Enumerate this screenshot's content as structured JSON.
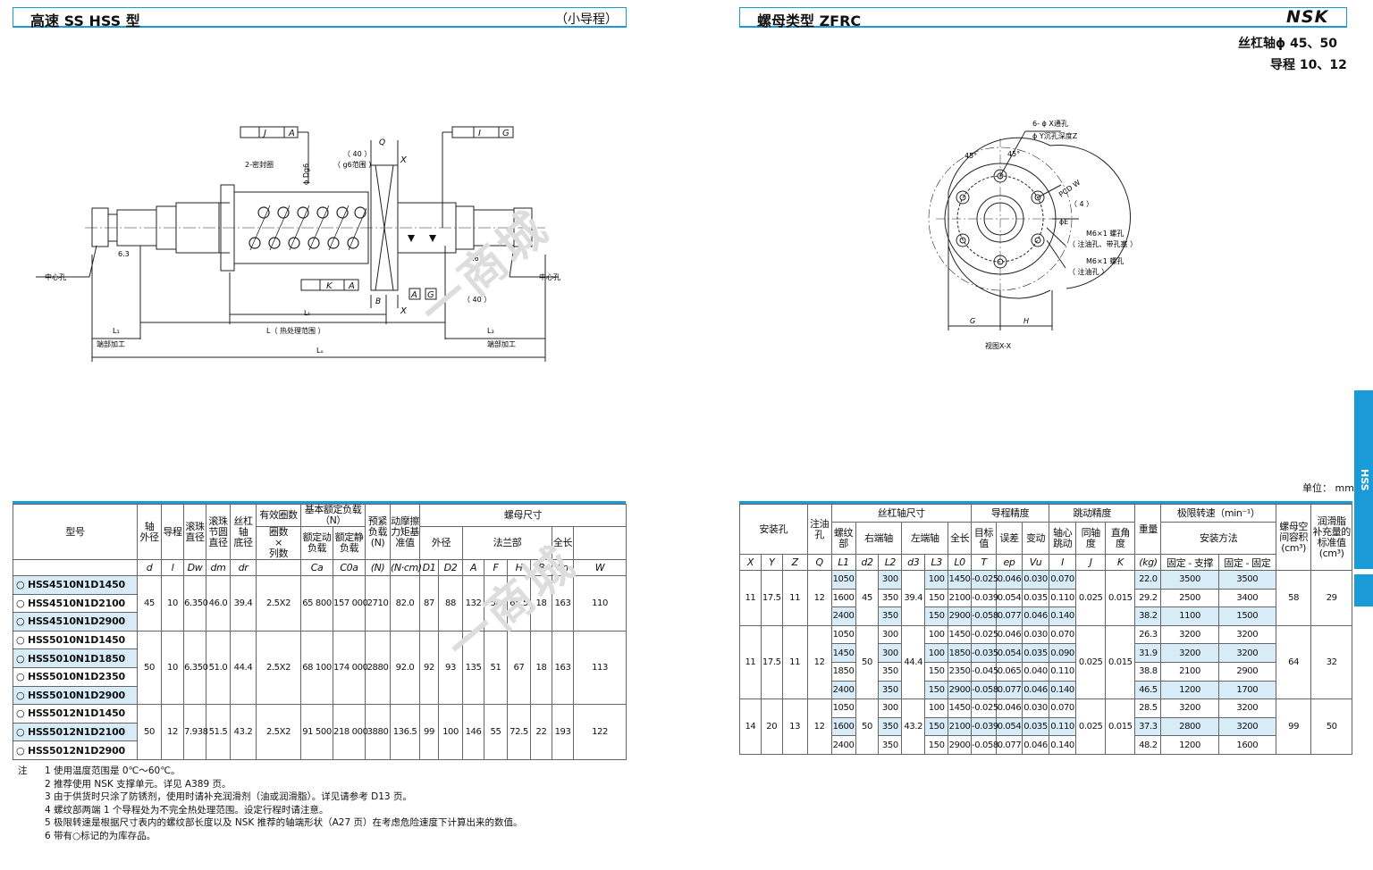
{
  "left": {
    "title": "高速 SS HSS 型",
    "subtitle": "（小导程）",
    "drawing": {
      "seal": "2-密封圈",
      "center_hole": "中心孔",
      "center_hole_r": "中心孔",
      "dim40": "（ 40 ）",
      "g6range": "（ g6范围 ）",
      "dim40b": "（ 40 ）",
      "q": "Q",
      "b": "B",
      "x1": "X",
      "x2": "X",
      "d_dg6": "ϕ Dg6",
      "l1": "L₁",
      "l1r": "L₃",
      "lt": "Lₜ",
      "lheat": "L（ 热处理范围 ）",
      "lo": "Lₒ",
      "end_l": "端部加工",
      "end_r": "端部加工",
      "r63": "6.3",
      "r16": "1.6",
      "fj": "J",
      "fa": "A",
      "fi": "I",
      "fg": "G",
      "fk": "K",
      "fa2": "A",
      "ra": "A",
      "rg": "G"
    },
    "table": {
      "headers": {
        "model": "型号",
        "axis": "轴\n外径",
        "lead": "导程",
        "ball": "滚珠\n直径",
        "pcd": "滚珠\n节圆\n直径",
        "root": "丝杠轴\n底径",
        "turns": "有效圈数",
        "turns2": "圈数\n×\n列数",
        "rating": "基本额定负载（N）",
        "dyn": "额定动\n负载",
        "stat": "额定静\n负载",
        "pre": "预紧\n负载\n(N)",
        "torque": "动摩擦\n力矩基\n准值",
        "nut": "螺母尺寸",
        "od": "外径",
        "flange": "法兰部",
        "len": "全长"
      },
      "symbols": {
        "d": "d",
        "l": "l",
        "dw": "Dw",
        "dm": "dm",
        "dr": "dr",
        "ca": "Ca",
        "coa": "C0a",
        "n": "(N)",
        "torque": "(N·cm)",
        "d1": "D1",
        "d2": "D2",
        "a": "A",
        "f": "F",
        "h": "H",
        "b": "B",
        "ln": "Ln",
        "w": "W"
      },
      "rows": [
        {
          "model": "○ HSS4510N1D1450",
          "hl": true
        },
        {
          "model": "○ HSS4510N1D2100",
          "hl": false
        },
        {
          "model": "○ HSS4510N1D2900",
          "hl": true
        },
        {
          "model": "○ HSS5010N1D1450",
          "hl": false
        },
        {
          "model": "○ HSS5010N1D1850",
          "hl": true
        },
        {
          "model": "○ HSS5010N1D2350",
          "hl": false
        },
        {
          "model": "○ HSS5010N1D2900",
          "hl": true
        },
        {
          "model": "○ HSS5012N1D1450",
          "hl": false
        },
        {
          "model": "○ HSS5012N1D2100",
          "hl": true
        },
        {
          "model": "○ HSS5012N1D2900",
          "hl": false
        }
      ],
      "groups": [
        {
          "d": "45",
          "l": "10",
          "dw": "6.350",
          "dm": "46.0",
          "dr": "39.4",
          "turns": "2.5X2",
          "ca": "65 800",
          "coa": "157 000",
          "pre": "2710",
          "torque": "82.0",
          "d1": "87",
          "d2": "88",
          "a": "132",
          "f": "50",
          "h": "65.5",
          "b": "18",
          "ln": "163",
          "w": "110"
        },
        {
          "d": "50",
          "l": "10",
          "dw": "6.350",
          "dm": "51.0",
          "dr": "44.4",
          "turns": "2.5X2",
          "ca": "68 100",
          "coa": "174 000",
          "pre": "2880",
          "torque": "92.0",
          "d1": "92",
          "d2": "93",
          "a": "135",
          "f": "51",
          "h": "67",
          "b": "18",
          "ln": "163",
          "w": "113"
        },
        {
          "d": "50",
          "l": "12",
          "dw": "7.938",
          "dm": "51.5",
          "dr": "43.2",
          "turns": "2.5X2",
          "ca": "91 500",
          "coa": "218 000",
          "pre": "3880",
          "torque": "136.5",
          "d1": "99",
          "d2": "100",
          "a": "146",
          "f": "55",
          "h": "72.5",
          "b": "22",
          "ln": "193",
          "w": "122"
        }
      ]
    },
    "notes": {
      "label": "注",
      "items": [
        "1 使用温度范围是 0℃～60℃。",
        "2 推荐使用 NSK 支撑单元。详见 A389 页。",
        "3 由于供货时只涂了防锈剂，使用时请补充润滑剂（油或润滑脂）。详见请参考 D13 页。",
        "4 螺纹部两端 1 个导程处为不完全热处理范围。设定行程时请注意。",
        "5 极限转速是根据尺寸表内的螺纹部长度以及 NSK 推荐的轴端形状（A27 页）在考虑危险速度下计算出来的数值。",
        "6 带有○标记的为库存品。"
      ]
    }
  },
  "right": {
    "title": "螺母类型 ZFRC",
    "brand": "NSK",
    "spec1": "丝杠轴ϕ 45、50",
    "spec2": "导程 10、12",
    "unit": "单位：  mm",
    "tab": "HSS",
    "drawing": {
      "holes": "6- ϕ X通孔",
      "cb": "ϕ Y沉孔深度Z",
      "pcd": "PCD W",
      "a45a": "45°",
      "a45b": "45°",
      "four": "（ 4 ）",
      "m6a": "M6×1 螺孔",
      "m6a2": "（ 注油孔、带孔塞 ）",
      "m6b": "M6×1 螺孔",
      "m6b2": "（ 注油孔 ）",
      "g": "G",
      "h": "H",
      "view": "视图X-X",
      "phie": "ϕE"
    },
    "table": {
      "headers": {
        "mount": "安装孔",
        "oil": "注油孔",
        "shaft": "丝杠轴尺寸",
        "thread": "螺纹部",
        "right": "右端轴",
        "left": "左端轴",
        "total": "全长",
        "leadacc": "导程精度",
        "target": "目标\n值",
        "err": "误差",
        "var": "变动",
        "runout": "跳动精度",
        "axial": "轴心\n跳动",
        "coax": "同轴\n度",
        "perp": "直角\n度",
        "weight": "重量",
        "speed": "极限转速（min⁻¹）",
        "method": "安装方法",
        "fs": "固定 - 支撑",
        "ff": "固定 - 固定",
        "space": "螺母空\n间容积\n(cm³)",
        "grease": "润滑脂\n补充量的\n标准值\n(cm³)"
      },
      "symbols": {
        "x": "X",
        "y": "Y",
        "z": "Z",
        "q": "Q",
        "l1": "L1",
        "d2": "d2",
        "l2": "L2",
        "d3": "d3",
        "l3": "L3",
        "l0": "L0",
        "t": "T",
        "ep": "ep",
        "vu": "Vu",
        "i": "I",
        "j": "J",
        "k": "K",
        "kg": "(kg)"
      },
      "groups": [
        {
          "x": "11",
          "y": "17.5",
          "z": "11",
          "q": "12",
          "d2": "45",
          "d3": "39.4",
          "j": "0.025",
          "k": "0.015",
          "space": "58",
          "grease": "29",
          "rows": [
            {
              "l1": "1050",
              "l2": "300",
              "l3": "100",
              "l0": "1450",
              "t": "-0.025",
              "ep": "0.046",
              "vu": "0.030",
              "i": "0.070",
              "kg": "22.0",
              "fs": "3500",
              "ff": "3500",
              "hl": true
            },
            {
              "l1": "1600",
              "l2": "350",
              "l3": "150",
              "l0": "2100",
              "t": "-0.039",
              "ep": "0.054",
              "vu": "0.035",
              "i": "0.110",
              "kg": "29.2",
              "fs": "2500",
              "ff": "3400",
              "hl": false
            },
            {
              "l1": "2400",
              "l2": "350",
              "l3": "150",
              "l0": "2900",
              "t": "-0.058",
              "ep": "0.077",
              "vu": "0.046",
              "i": "0.140",
              "kg": "38.2",
              "fs": "1100",
              "ff": "1500",
              "hl": true
            }
          ]
        },
        {
          "x": "11",
          "y": "17.5",
          "z": "11",
          "q": "12",
          "d2": "50",
          "d3": "44.4",
          "j": "0.025",
          "k": "0.015",
          "space": "64",
          "grease": "32",
          "rows": [
            {
              "l1": "1050",
              "l2": "300",
              "l3": "100",
              "l0": "1450",
              "t": "-0.025",
              "ep": "0.046",
              "vu": "0.030",
              "i": "0.070",
              "kg": "26.3",
              "fs": "3200",
              "ff": "3200",
              "hl": false
            },
            {
              "l1": "1450",
              "l2": "300",
              "l3": "100",
              "l0": "1850",
              "t": "-0.035",
              "ep": "0.054",
              "vu": "0.035",
              "i": "0.090",
              "kg": "31.9",
              "fs": "3200",
              "ff": "3200",
              "hl": true
            },
            {
              "l1": "1850",
              "l2": "350",
              "l3": "150",
              "l0": "2350",
              "t": "-0.045",
              "ep": "0.065",
              "vu": "0.040",
              "i": "0.110",
              "kg": "38.8",
              "fs": "2100",
              "ff": "2900",
              "hl": false
            },
            {
              "l1": "2400",
              "l2": "350",
              "l3": "150",
              "l0": "2900",
              "t": "-0.058",
              "ep": "0.077",
              "vu": "0.046",
              "i": "0.140",
              "kg": "46.5",
              "fs": "1200",
              "ff": "1700",
              "hl": true
            }
          ]
        },
        {
          "x": "14",
          "y": "20",
          "z": "13",
          "q": "12",
          "d2": "50",
          "d3": "43.2",
          "j": "0.025",
          "k": "0.015",
          "space": "99",
          "grease": "50",
          "rows": [
            {
              "l1": "1050",
              "l2": "300",
              "l3": "100",
              "l0": "1450",
              "t": "-0.025",
              "ep": "0.046",
              "vu": "0.030",
              "i": "0.070",
              "kg": "28.5",
              "fs": "3200",
              "ff": "3200",
              "hl": false
            },
            {
              "l1": "1600",
              "l2": "350",
              "l3": "150",
              "l0": "2100",
              "t": "-0.039",
              "ep": "0.054",
              "vu": "0.035",
              "i": "0.110",
              "kg": "37.3",
              "fs": "2800",
              "ff": "3200",
              "hl": true
            },
            {
              "l1": "2400",
              "l2": "350",
              "l3": "150",
              "l0": "2900",
              "t": "-0.058",
              "ep": "0.077",
              "vu": "0.046",
              "i": "0.140",
              "kg": "48.2",
              "fs": "1200",
              "ff": "1600",
              "hl": false
            }
          ]
        }
      ]
    }
  },
  "watermark": "一商城"
}
